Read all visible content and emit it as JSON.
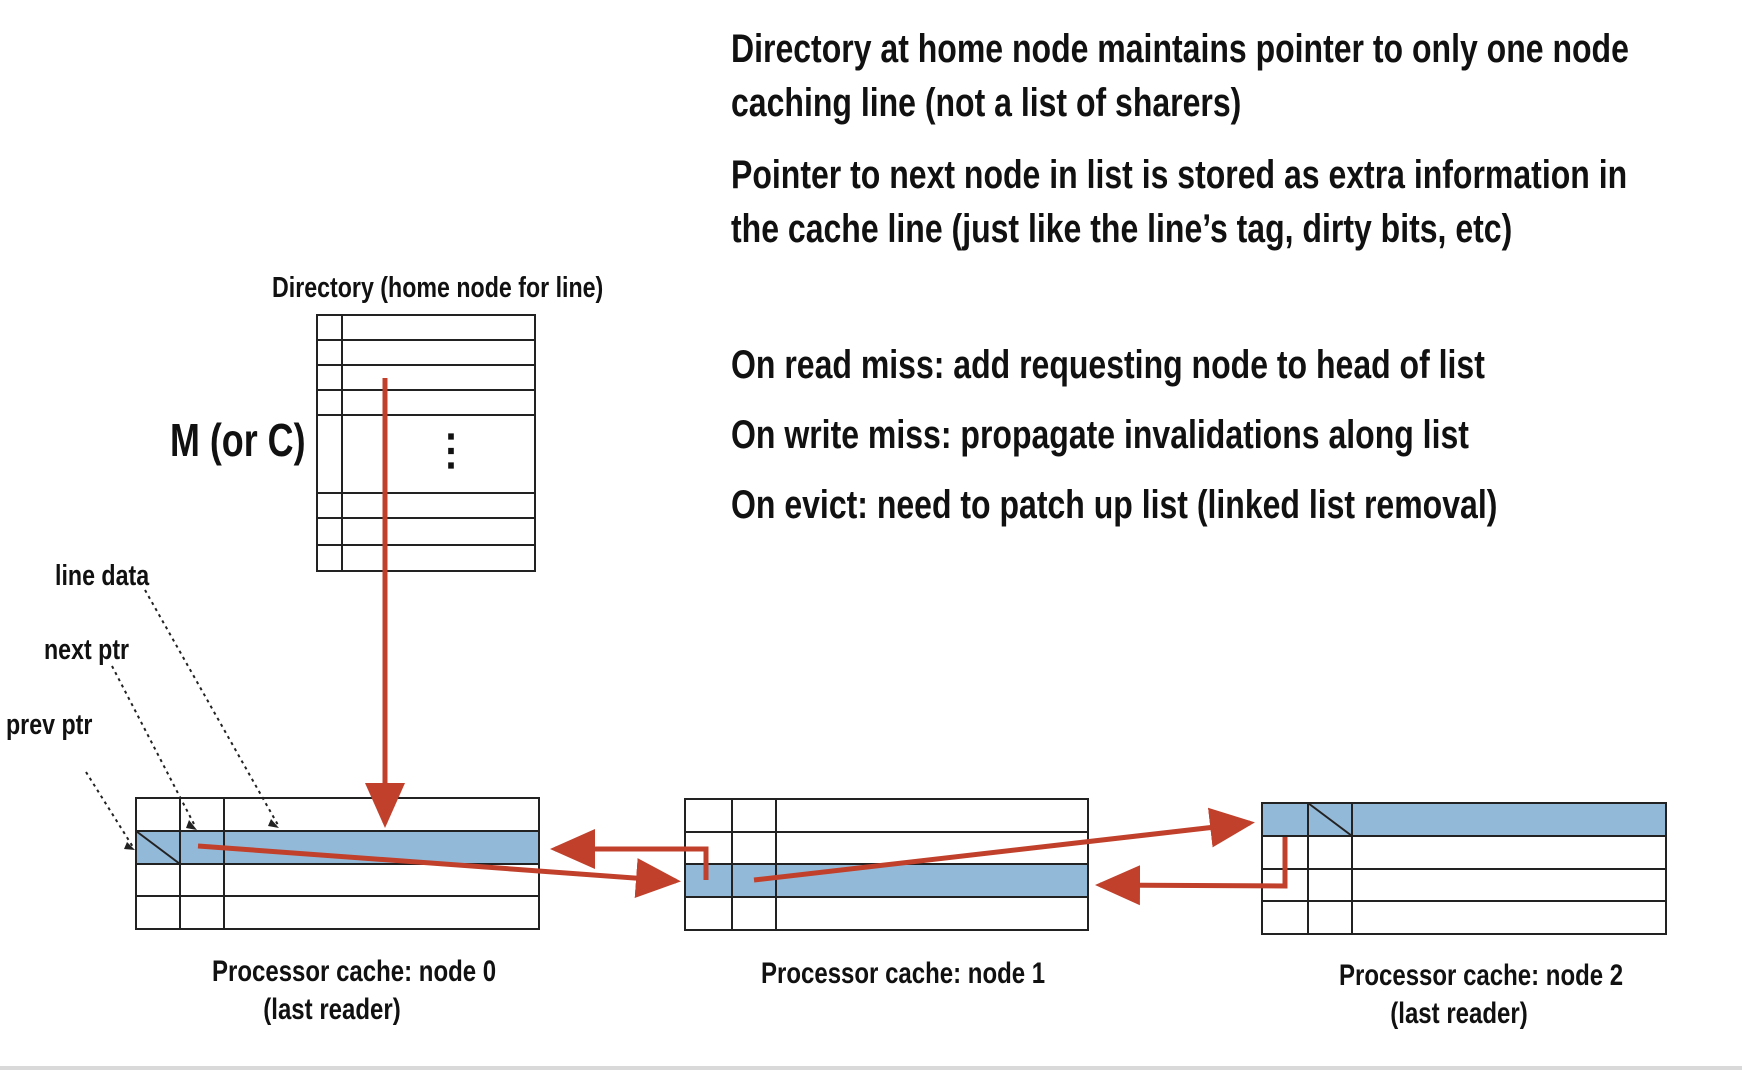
{
  "heading": {
    "paragraph1": [
      "Directory at home node maintains pointer to only one node",
      "caching line (not a list of sharers)"
    ],
    "paragraph2": [
      "Pointer to next node in list is stored as extra information in",
      "the cache line  (just like the line’s tag, dirty bits, etc)"
    ]
  },
  "bullets": [
    "On read miss: add requesting node to head of list",
    "On write miss: propagate invalidations along list",
    "On evict: need to patch up list (linked list removal)"
  ],
  "directory": {
    "title": "Directory (home node for line)",
    "state_label": "M (or C)",
    "ellipsis": "⋮"
  },
  "legend": {
    "line_data": "line data",
    "next_ptr": "next ptr",
    "prev_ptr": "prev ptr"
  },
  "nodes": [
    {
      "caption_line1": "Processor cache: node 0",
      "caption_line2": "(last reader)"
    },
    {
      "caption_line1": "Processor cache: node 1",
      "caption_line2": ""
    },
    {
      "caption_line1": "Processor cache: node 2",
      "caption_line2": "(last reader)"
    }
  ],
  "colors": {
    "arrow": "#c0402c",
    "highlight": "#93b9d8",
    "grid": "#222222"
  }
}
